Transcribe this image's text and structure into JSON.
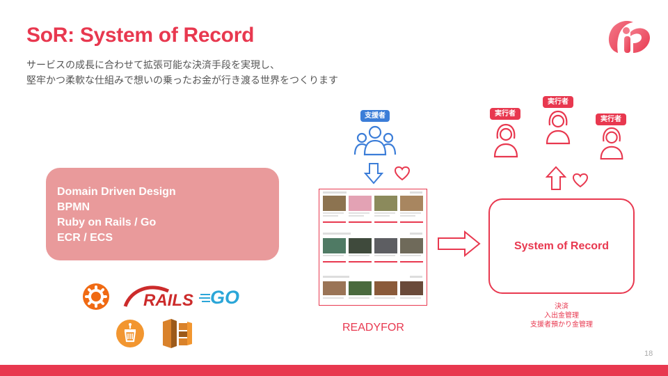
{
  "slide": {
    "title": "SoR: System of Record",
    "subtitle_lines": [
      "サービスの成長に合わせて拡張可能な決済手段を実現し、",
      "堅牢かつ柔軟な仕組みで想いの乗ったお金が行き渡る世界をつくります"
    ],
    "page_number": "18"
  },
  "tech_stack": {
    "lines": [
      "Domain Driven Design",
      "BPMN",
      "Ruby on Rails / Go",
      "ECR / ECS"
    ]
  },
  "logos": {
    "rails_text": "RAILS",
    "go_text": "GO"
  },
  "diagram": {
    "supporter_tag": "支援者",
    "executor_tags": [
      "実行者",
      "実行者",
      "実行者"
    ],
    "service_label": "READYFOR",
    "sor_label": "System of Record",
    "sor_notes": [
      "決済",
      "入出金管理",
      "支援者預かり金管理"
    ]
  },
  "colors": {
    "accent": "#e8384f",
    "tech_box": "#e99a9b",
    "supporter_blue": "#3b7dd8"
  },
  "icons": [
    "logo-icon",
    "people-group-icon",
    "person-icon",
    "heart-icon",
    "arrow-down-icon",
    "arrow-up-icon",
    "arrow-right-icon",
    "bpmn-gear-icon",
    "rails-logo",
    "go-logo",
    "ecr-icon",
    "ecs-icon"
  ]
}
